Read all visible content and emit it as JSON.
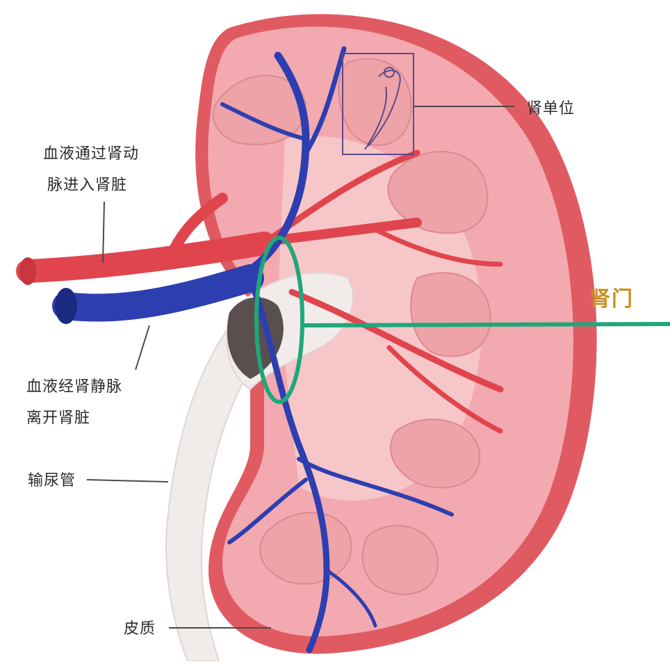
{
  "diagram": {
    "labels": {
      "nephron": "肾单位",
      "artery_line1": "血液通过肾动",
      "artery_line2": "脉进入肾脏",
      "hilum": "肾门",
      "vein_line1": "血液经肾静脉",
      "vein_line2": "离开肾脏",
      "ureter": "输尿管",
      "cortex": "皮质"
    },
    "colors": {
      "capsule": "#e05a62",
      "cortex": "#f3a9b0",
      "medulla": "#f7c6c8",
      "pyramid": "#eea3a8",
      "artery": "#e0454d",
      "vein": "#2d3fb0",
      "hilum_marker": "#1fa77a",
      "hilum_text": "#c8901e",
      "pelvis": "#f1ecea",
      "nephron_box": "#5a4a8a"
    }
  }
}
